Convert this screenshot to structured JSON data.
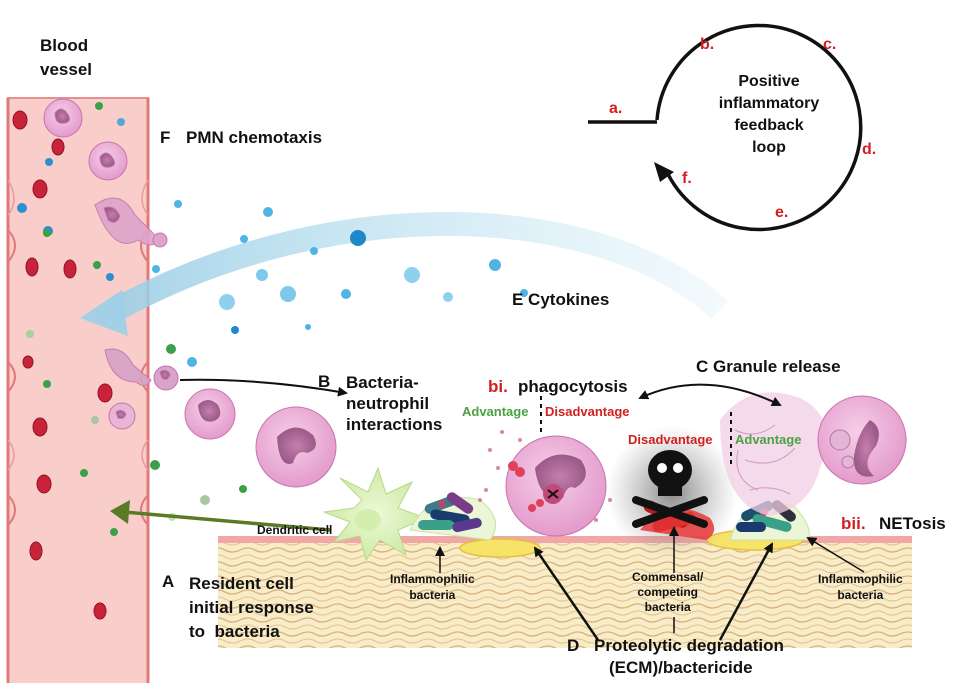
{
  "blood_vessel": "Blood\nvessel",
  "loop": {
    "title": "Positive inflammatory feedback loop",
    "title_lines": [
      "Positive",
      "inflammatory",
      "feedback",
      "loop"
    ],
    "steps": [
      "a.",
      "b.",
      "c.",
      "d.",
      "e.",
      "f."
    ]
  },
  "labels": {
    "F": "F",
    "pmn": "PMN chemotaxis",
    "E": "E Cytokines",
    "B": "B",
    "bacteria_neutrophil": "Bacteria-\nneutrophil\ninteractions",
    "bi": "bi.",
    "phagocytosis": "phagocytosis",
    "C": "C Granule release",
    "advantage_left": "Advantage",
    "disadvantage_left": "Disadvantage",
    "disadvantage_right": "Disadvantage",
    "advantage_right": "Advantage",
    "bii": "bii.",
    "netosis": "NETosis",
    "dendritic": "Dendritic cell",
    "inflammophilic_left": "Inflammophilic\nbacteria",
    "commensal": "Commensal/\ncompeting\nbacteria",
    "inflammophilic_right": "Inflammophilic\nbacteria",
    "A": "A",
    "resident": "Resident cell\ninitial response\nto  bacteria",
    "D": "D",
    "proteolytic": "Proteolytic degradation",
    "ecm": "(ECM)/bactericide"
  },
  "colors": {
    "red_label": "#d21f1f",
    "green_label": "#4aa241",
    "vessel": "#f7c6c3",
    "vessel_border": "#e0898a",
    "neutrophil": "#e9a6d2",
    "cytokine": "#4fb4e4",
    "arrow_green": "#5b7a25"
  }
}
